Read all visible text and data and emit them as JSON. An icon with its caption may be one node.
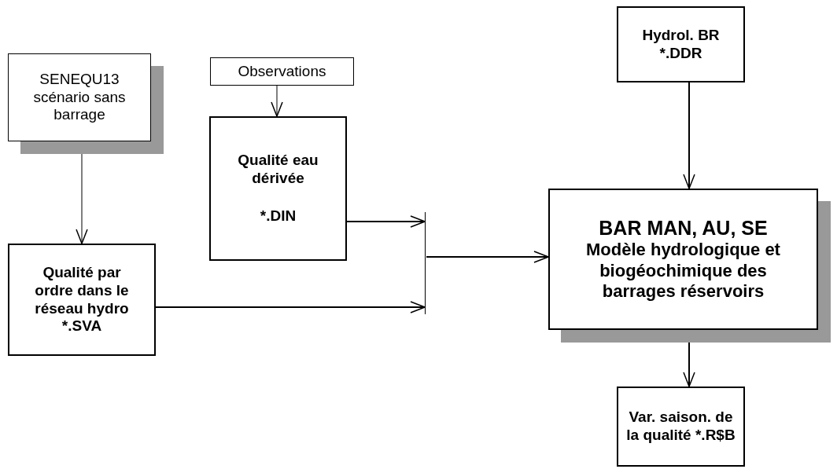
{
  "diagram": {
    "nodes": [
      {
        "text": [
          "SENEQU13 scénario sans barrage"
        ]
      },
      {
        "text": [
          "Observations"
        ]
      },
      {
        "text": [
          "Qualité eau dérivée",
          "*.DIN"
        ]
      },
      {
        "text": [
          "Qualité par ordre dans le réseau hydro *.SVA"
        ]
      },
      {
        "text": [
          "Hydrol. BR *.DDR"
        ]
      },
      {
        "text": [
          "BAR MAN, AU, SE",
          "Modèle hydrologique et biogéochimique des barrages réservoirs"
        ]
      },
      {
        "text": [
          "Var. saison. de la qualité *.R$B"
        ]
      },
      {
        "text": [],
        "shape": "bar"
      }
    ],
    "edges": [
      {
        "from": 0,
        "to": 3,
        "arrow": "to"
      },
      {
        "from": 1,
        "to": 2,
        "arrow": "to"
      },
      {
        "from": 2,
        "to": 7,
        "arrow": "to"
      },
      {
        "from": 3,
        "to": 7,
        "arrow": "to"
      },
      {
        "from": 7,
        "to": 5,
        "arrow": "to"
      },
      {
        "from": 4,
        "to": 5,
        "arrow": "to"
      },
      {
        "from": 5,
        "to": 6,
        "arrow": "to"
      }
    ]
  }
}
